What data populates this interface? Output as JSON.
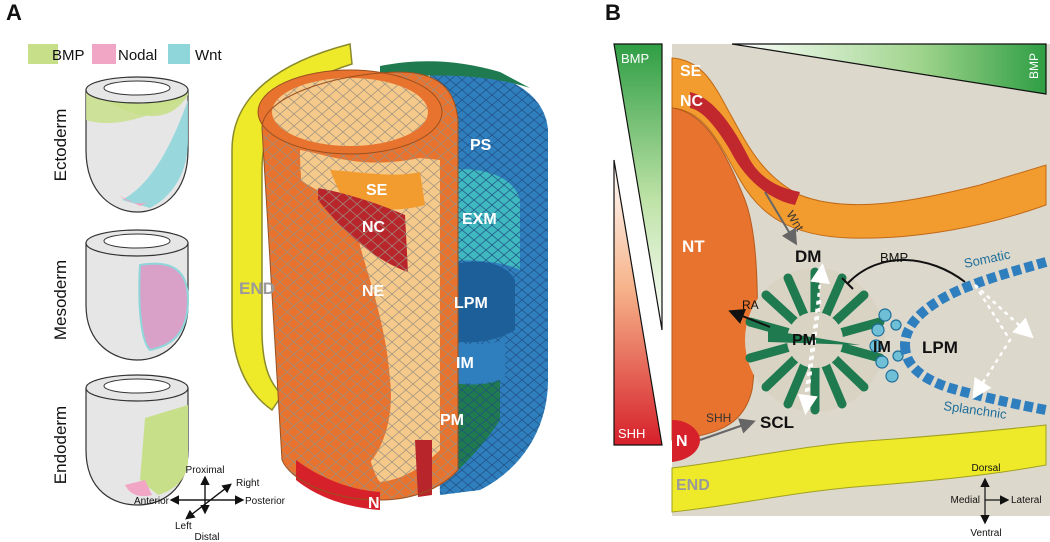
{
  "panel_a": {
    "letter": "A",
    "legend": {
      "items": [
        {
          "label": "BMP",
          "color": "#c8df8a"
        },
        {
          "label": "Nodal",
          "color": "#f0a6c4"
        },
        {
          "label": "Wnt",
          "color": "#8fd6db"
        }
      ]
    },
    "germ_layers": [
      "Ectoderm",
      "Mesoderm",
      "Endoderm"
    ],
    "embryo_labels": {
      "end": "END",
      "ps": "PS",
      "se": "SE",
      "nc": "NC",
      "exm": "EXM",
      "ne": "NE",
      "lpm": "LPM",
      "im": "IM",
      "pm": "PM",
      "n": "N"
    },
    "axes": {
      "proximal": "Proximal",
      "distal": "Distal",
      "anterior": "Anterior",
      "posterior": "Posterior",
      "left": "Left",
      "right": "Right"
    }
  },
  "panel_b": {
    "letter": "B",
    "gradients": {
      "bmp_vertical": "BMP",
      "shh": "SHH",
      "bmp_horizontal": "BMP"
    },
    "labels": {
      "se": "SE",
      "nc": "NC",
      "nt": "NT",
      "n": "N",
      "end": "END",
      "dm": "DM",
      "pm": "PM",
      "scl": "SCL",
      "im": "IM",
      "lpm": "LPM",
      "somatic": "Somatic",
      "splanchnic": "Splanchnic"
    },
    "signals": {
      "wnt": "Wnt",
      "bmp": "BMP",
      "ra": "RA",
      "shh": "SHH"
    },
    "axes": {
      "dorsal": "Dorsal",
      "ventral": "Ventral",
      "medial": "Medial",
      "lateral": "Lateral"
    }
  },
  "colors": {
    "bmp_green": "#2f9e44",
    "ectoderm_orange": "#f08a24",
    "neural_crest_red": "#c0282d",
    "neural_tube_orange": "#e8732e",
    "endoderm_yellow": "#eeea2a",
    "mesoderm_blue": "#2f7fbf",
    "paraxial_green": "#1f7a4f",
    "background_beige": "#ddd8cc"
  }
}
